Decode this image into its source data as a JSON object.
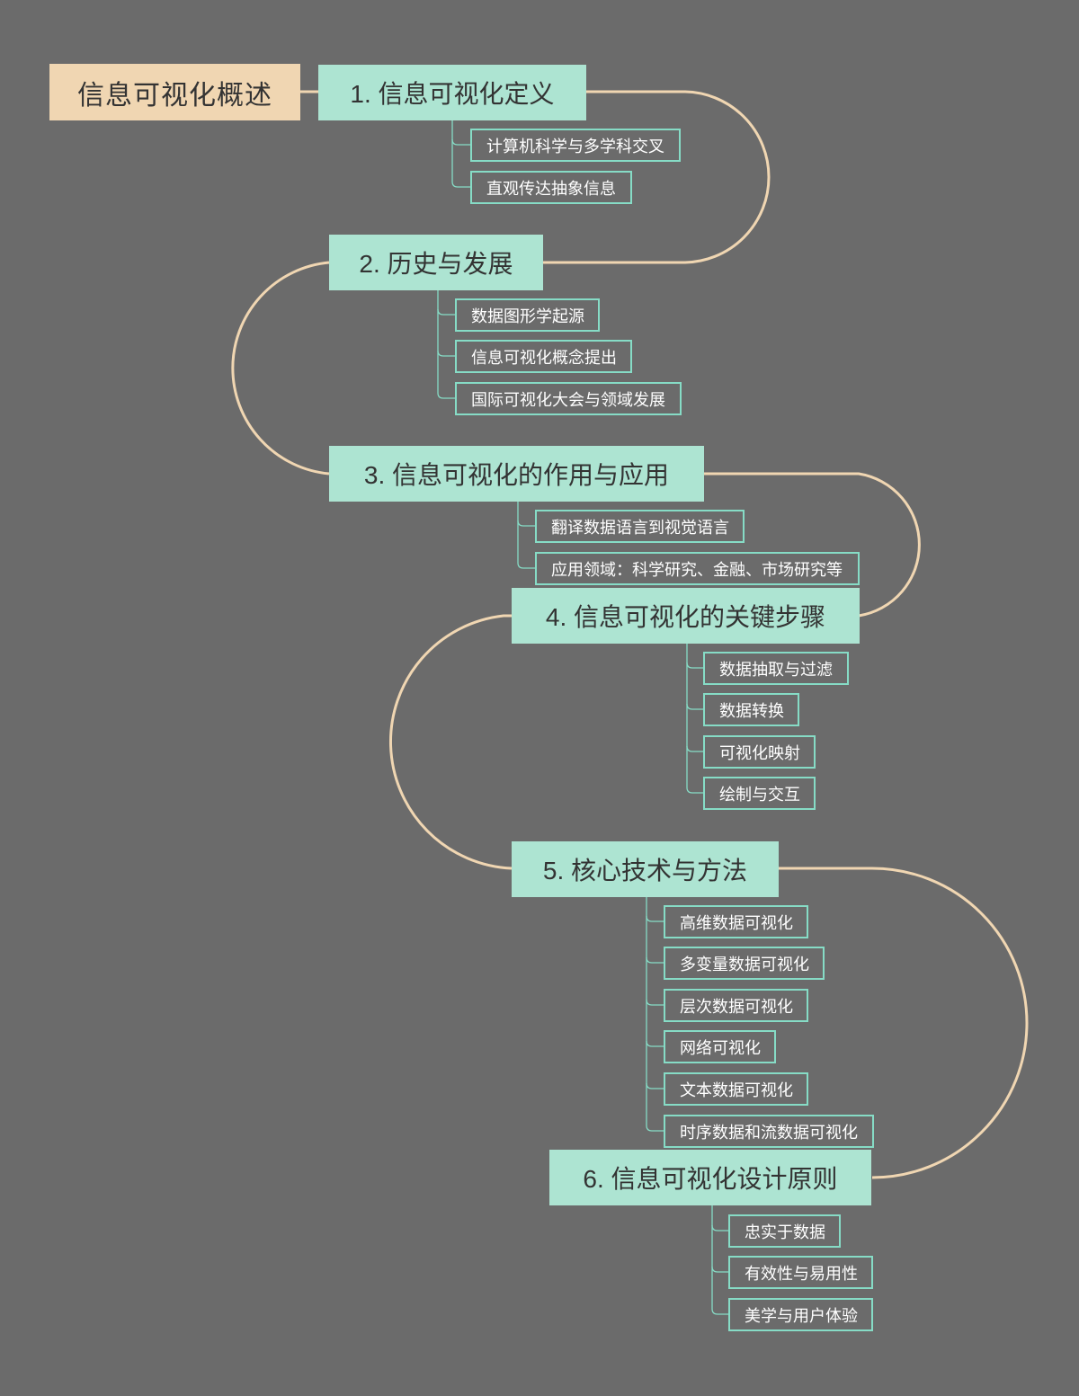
{
  "root": {
    "label": "信息可视化概述"
  },
  "topics": [
    {
      "label": "1. 信息可视化定义",
      "children": [
        "计算机科学与多学科交叉",
        "直观传达抽象信息"
      ]
    },
    {
      "label": "2. 历史与发展",
      "children": [
        "数据图形学起源",
        "信息可视化概念提出",
        "国际可视化大会与领域发展"
      ]
    },
    {
      "label": "3. 信息可视化的作用与应用",
      "children": [
        "翻译数据语言到视觉语言",
        "应用领域：科学研究、金融、市场研究等"
      ]
    },
    {
      "label": "4. 信息可视化的关键步骤",
      "children": [
        "数据抽取与过滤",
        "数据转换",
        "可视化映射",
        "绘制与交互"
      ]
    },
    {
      "label": "5. 核心技术与方法",
      "children": [
        "高维数据可视化",
        "多变量数据可视化",
        "层次数据可视化",
        "网络可视化",
        "文本数据可视化",
        "时序数据和流数据可视化"
      ]
    },
    {
      "label": "6. 信息可视化设计原则",
      "children": [
        "忠实于数据",
        "有效性与易用性",
        "美学与用户体验"
      ]
    }
  ],
  "colors": {
    "background": "#6b6b6b",
    "root_fill": "#f0d6b2",
    "topic_fill": "#ade4d2",
    "subtopic_border": "#86dcc6",
    "curve": "#f0d6b2"
  }
}
